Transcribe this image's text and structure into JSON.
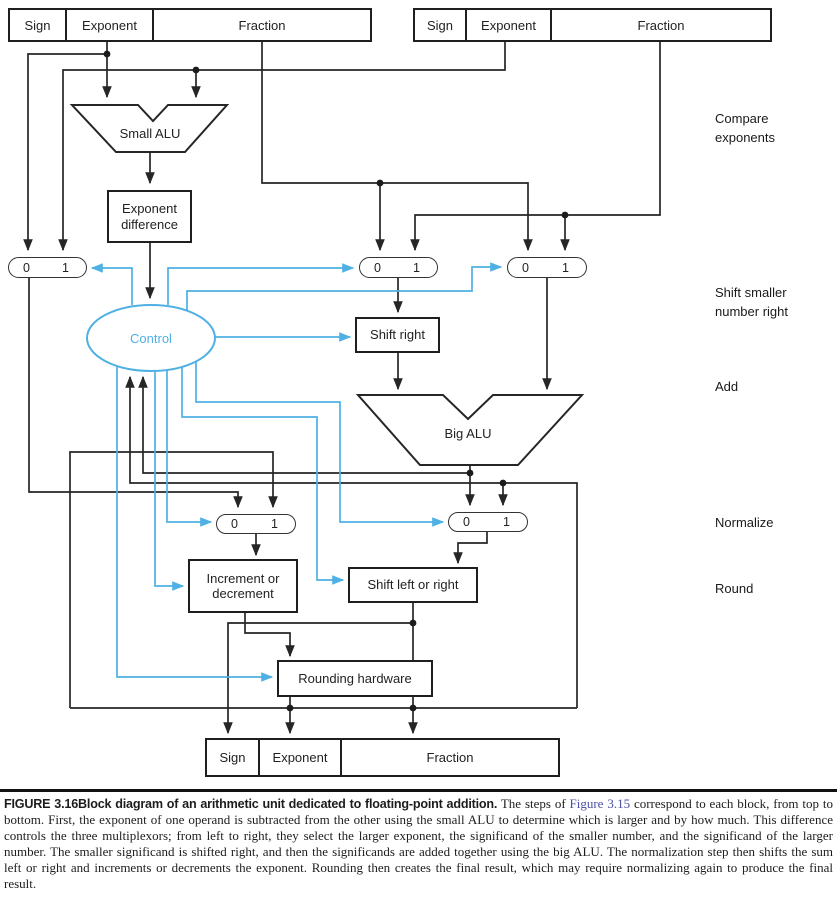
{
  "colors": {
    "accent": "#4FB0E4",
    "link": "#4a50a8",
    "line": "#262626"
  },
  "registers": {
    "top_left": {
      "sign": "Sign",
      "exponent": "Exponent",
      "fraction": "Fraction"
    },
    "top_right": {
      "sign": "Sign",
      "exponent": "Exponent",
      "fraction": "Fraction"
    },
    "result": {
      "sign": "Sign",
      "exponent": "Exponent",
      "fraction": "Fraction"
    }
  },
  "blocks": {
    "small_alu": "Small ALU",
    "exponent_difference_line1": "Exponent",
    "exponent_difference_line2": "difference",
    "control": "Control",
    "shift_right": "Shift right",
    "big_alu": "Big ALU",
    "increment_decrement_line1": "Increment or",
    "increment_decrement_line2": "decrement",
    "shift_left_right": "Shift left or right",
    "rounding": "Rounding hardware"
  },
  "mux": {
    "zero": "0",
    "one": "1"
  },
  "steps": {
    "compare_line1": "Compare",
    "compare_line2": "exponents",
    "shift_line1": "Shift smaller",
    "shift_line2": "number right",
    "add": "Add",
    "normalize": "Normalize",
    "round": "Round"
  },
  "caption": {
    "figure_label": "FIGURE 3.16",
    "title": "Block diagram of an arithmetic unit dedicated to floating-point addition.",
    "intro": "The steps of ",
    "link": "Figure 3.15",
    "body": " correspond to each block, from top to bottom. First, the exponent of one operand is subtracted from the other using the small ALU to determine which is larger and by how much. This difference controls the three multiplexors; from left to right, they select the larger exponent, the significand of the smaller number, and the significand of the larger number. The smaller significand is shifted right, and then the significands are added together using the big ALU. The normalization step then shifts the sum left or right and increments or decrements the exponent. Rounding then creates the final result, which may require normalizing again to produce the final result."
  }
}
